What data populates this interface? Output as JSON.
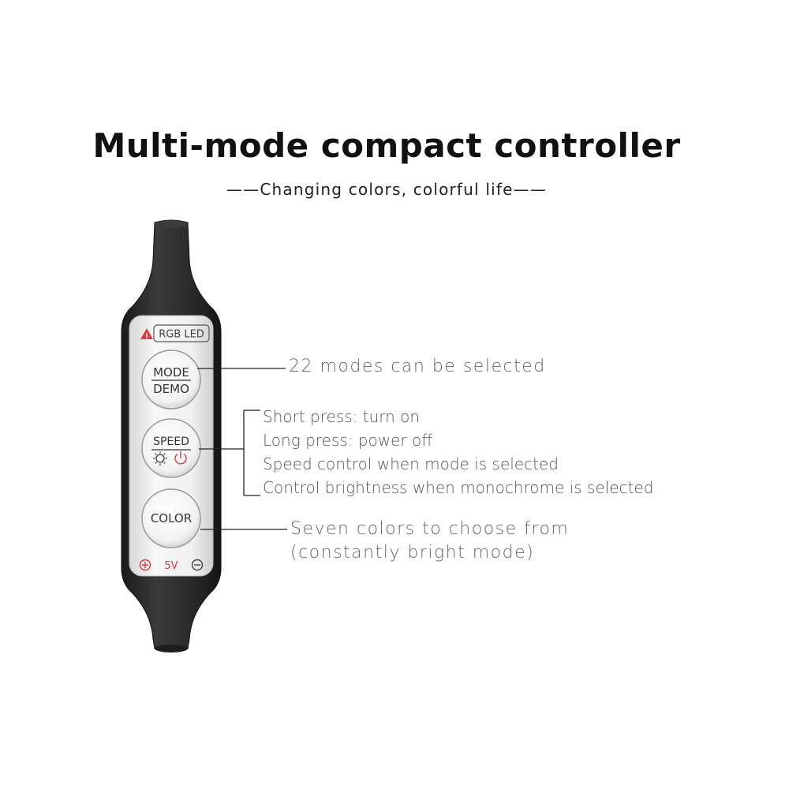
{
  "header": {
    "title": "Multi-mode compact controller",
    "subtitle": "——Changing colors, colorful life——"
  },
  "controller": {
    "label": "RGB LED",
    "mode_button": {
      "top": "MODE",
      "bottom": "DEMO"
    },
    "speed_button": {
      "top": "SPEED"
    },
    "color_button": {
      "label": "COLOR"
    },
    "power_label": "5V",
    "plus_symbol": "⊕",
    "minus_symbol": "⊖",
    "icons": [
      "warning-icon",
      "sun-icon",
      "power-icon",
      "plus-icon",
      "minus-icon"
    ],
    "colors": {
      "body": "#2b2b2b",
      "panel": "#f2f2f2",
      "accent": "#e0393e"
    }
  },
  "annotations": {
    "modes": "22 modes can be selected",
    "speed": [
      "Short press: turn on",
      "Long press: power off",
      "Speed control when mode is selected",
      "Control brightness when monochrome is selected"
    ],
    "color": [
      "Seven colors to choose from",
      "(constantly bright mode)"
    ]
  }
}
